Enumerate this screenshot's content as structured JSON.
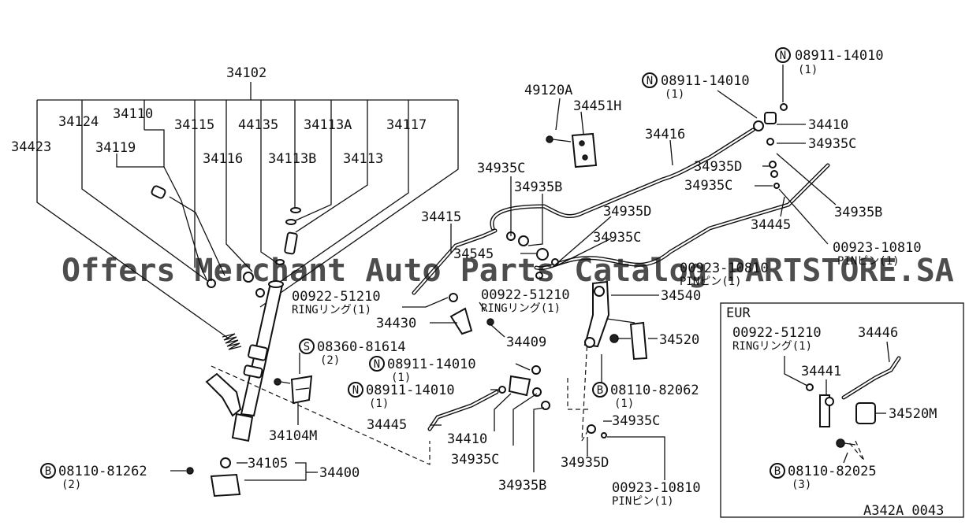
{
  "watermark": "Offers Merchant Auto Parts Catalog PARTSTORE.SA",
  "diagram_code": "A342A 0043",
  "inset_title": "EUR",
  "labels": {
    "p34102": "34102",
    "p34423": "34423",
    "p34124": "34124",
    "p34110": "34110",
    "p34115": "34115",
    "p44135": "44135",
    "p34113A": "34113A",
    "p34117": "34117",
    "p34119": "34119",
    "p34116": "34116",
    "p34113B": "34113B",
    "p34113": "34113",
    "p49120A": "49120A",
    "p34451H": "34451H",
    "p34416": "34416",
    "n1_num": "08911-14010",
    "n1_qty": "(1)",
    "n2_num": "08911-14010",
    "n2_qty": "(1)",
    "p34410a": "34410",
    "p34935C_a": "34935C",
    "p34935D_a": "34935D",
    "p34935C_b": "34935C",
    "p34935B_a": "34935B",
    "p34445a": "34445",
    "pin_a_num": "00923-10810",
    "pin_a_txt": "PINピン(1)",
    "p34935C_c": "34935C",
    "p34935B_b": "34935B",
    "p34935D_b": "34935D",
    "p34415": "34415",
    "p34935C_d": "34935C",
    "p34545": "34545",
    "pin_b_num": "00923-10810",
    "pin_b_txt": "PINピン(1)",
    "ring_a_num": "00922-51210",
    "ring_a_txt": "RINGリング(1)",
    "ring_b_num": "00922-51210",
    "ring_b_txt": "RINGリング(1)",
    "p34540": "34540",
    "p34430": "34430",
    "p34409": "34409",
    "p34520": "34520",
    "s1_num": "08360-81614",
    "s1_qty": "(2)",
    "n3_num": "08911-14010",
    "n3_qty": "(1)",
    "n4_num": "08911-14010",
    "n4_qty": "(1)",
    "b1_num": "08110-82062",
    "b1_qty": "(1)",
    "p34104M": "34104M",
    "p34445b": "34445",
    "p34410b": "34410",
    "p34935C_e": "34935C",
    "p34935C_f": "34935C",
    "p34935D_c": "34935D",
    "p34935B_c": "34935B",
    "pin_c_num": "00923-10810",
    "pin_c_txt": "PINピン(1)",
    "b2_num": "08110-81262",
    "b2_qty": "(2)",
    "p34105": "34105",
    "p34400": "34400",
    "eur_ring_num": "00922-51210",
    "eur_ring_txt": "RINGリング(1)",
    "p34446": "34446",
    "p34441": "34441",
    "p34520M": "34520M",
    "b3_num": "08110-82025",
    "b3_qty": "(3)"
  },
  "markers": {
    "nut": "N",
    "screw": "S",
    "bolt": "B"
  }
}
